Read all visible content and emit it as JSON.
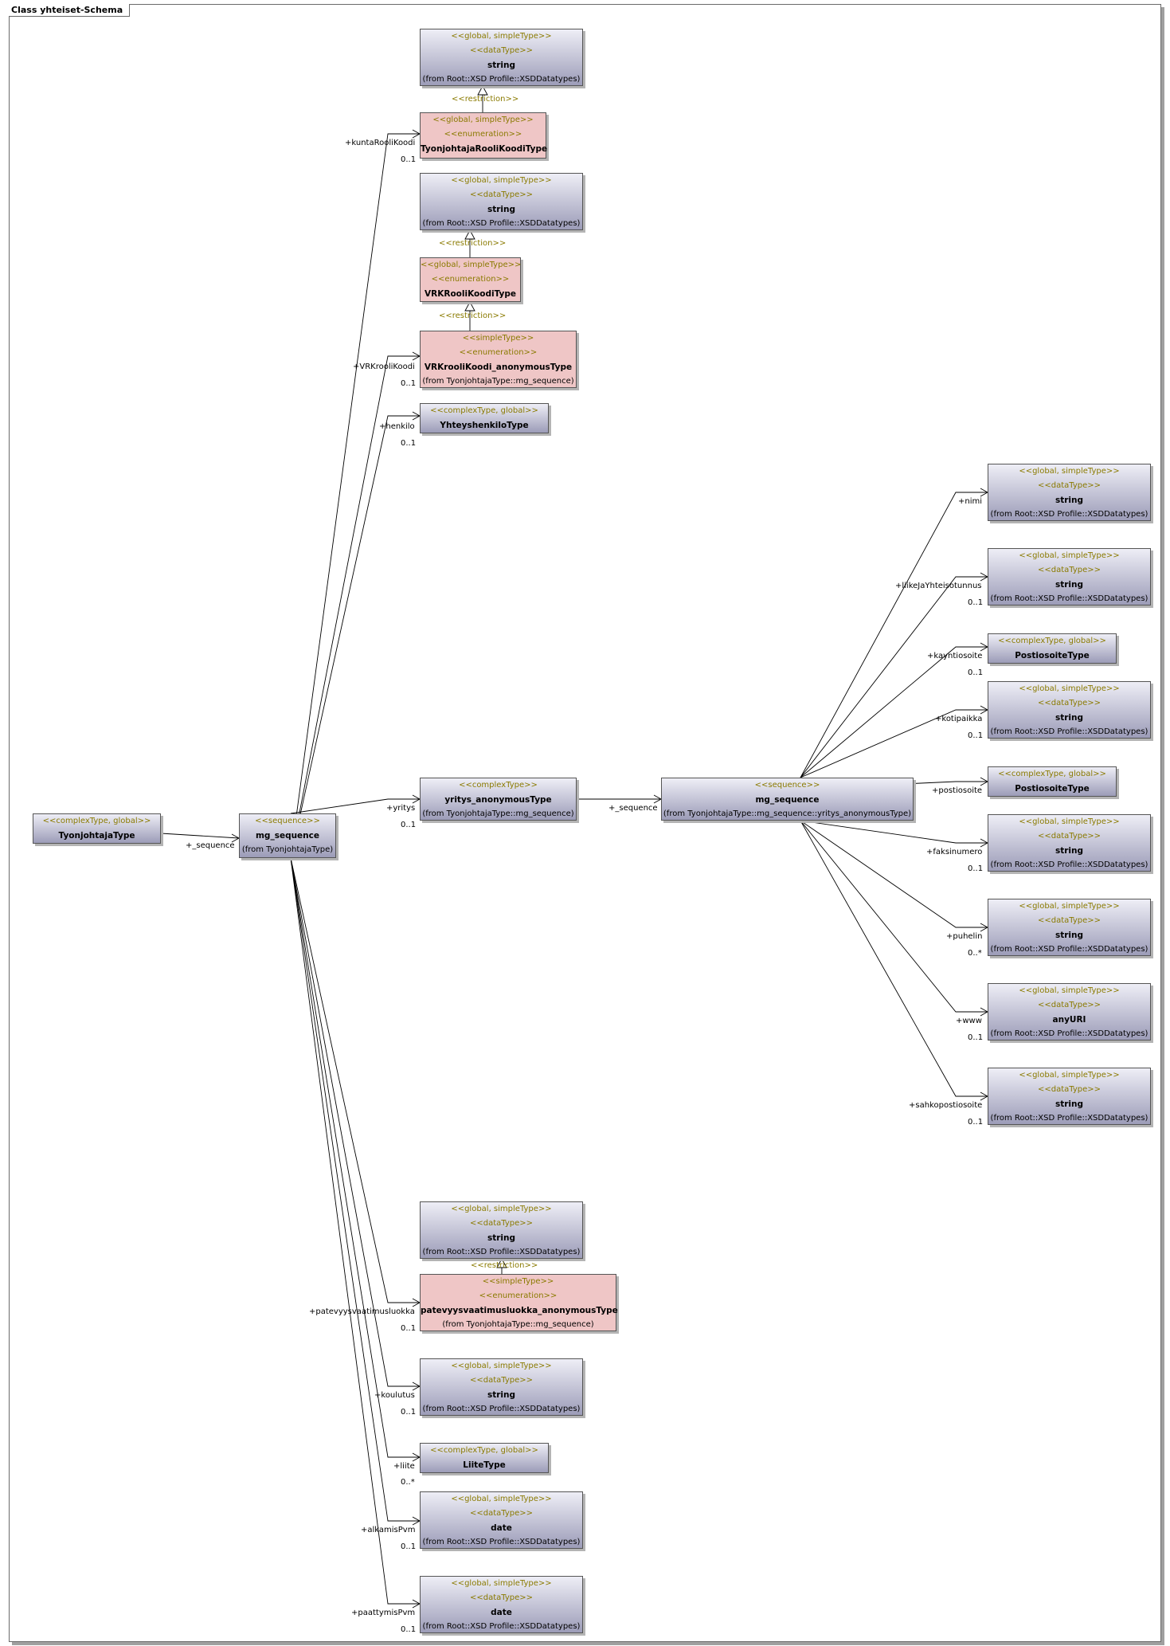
{
  "diagram": {
    "title": "Class yhteiset-Schema"
  },
  "nodes": {
    "string_top1": {
      "stereotypes": [
        "<<global, simpleType>>",
        "<<dataType>>"
      ],
      "name": "string",
      "from": "(from Root::XSD Profile::XSDDatatypes)"
    },
    "tyonjohtajaRooliKoodiType": {
      "stereotypes": [
        "<<global, simpleType>>",
        "<<enumeration>>"
      ],
      "name": "TyonjohtajaRooliKoodiType",
      "from": ""
    },
    "string_top2": {
      "stereotypes": [
        "<<global, simpleType>>",
        "<<dataType>>"
      ],
      "name": "string",
      "from": "(from Root::XSD Profile::XSDDatatypes)"
    },
    "vrkRooliKoodiType": {
      "stereotypes": [
        "<<global, simpleType>>",
        "<<enumeration>>"
      ],
      "name": "VRKRooliKoodiType",
      "from": ""
    },
    "vrkRooliKoodiAnon": {
      "stereotypes": [
        "<<simpleType>>",
        "<<enumeration>>"
      ],
      "name": "VRKrooliKoodi_anonymousType",
      "from": "(from TyonjohtajaType::mg_sequence)"
    },
    "yhteyshenkiloType": {
      "stereotypes": [
        "<<complexType, global>>"
      ],
      "name": "YhteyshenkiloType",
      "from": ""
    },
    "tyonjohtajaType": {
      "stereotypes": [
        "<<complexType, global>>"
      ],
      "name": "TyonjohtajaType",
      "from": ""
    },
    "mgSequence": {
      "stereotypes": [
        "<<sequence>>"
      ],
      "name": "mg_sequence",
      "from": "(from TyonjohtajaType)"
    },
    "yritysAnon": {
      "stereotypes": [
        "<<complexType>>"
      ],
      "name": "yritys_anonymousType",
      "from": "(from TyonjohtajaType::mg_sequence)"
    },
    "mgSequence2": {
      "stereotypes": [
        "<<sequence>>"
      ],
      "name": "mg_sequence",
      "from": "(from TyonjohtajaType::mg_sequence::yritys_anonymousType)"
    },
    "r_nimi": {
      "stereotypes": [
        "<<global, simpleType>>",
        "<<dataType>>"
      ],
      "name": "string",
      "from": "(from Root::XSD Profile::XSDDatatypes)"
    },
    "r_liike": {
      "stereotypes": [
        "<<global, simpleType>>",
        "<<dataType>>"
      ],
      "name": "string",
      "from": "(from Root::XSD Profile::XSDDatatypes)"
    },
    "r_kaynti": {
      "stereotypes": [
        "<<complexType, global>>"
      ],
      "name": "PostiosoiteType",
      "from": ""
    },
    "r_koti": {
      "stereotypes": [
        "<<global, simpleType>>",
        "<<dataType>>"
      ],
      "name": "string",
      "from": "(from Root::XSD Profile::XSDDatatypes)"
    },
    "r_posti": {
      "stereotypes": [
        "<<complexType, global>>"
      ],
      "name": "PostiosoiteType",
      "from": ""
    },
    "r_faksi": {
      "stereotypes": [
        "<<global, simpleType>>",
        "<<dataType>>"
      ],
      "name": "string",
      "from": "(from Root::XSD Profile::XSDDatatypes)"
    },
    "r_puhelin": {
      "stereotypes": [
        "<<global, simpleType>>",
        "<<dataType>>"
      ],
      "name": "string",
      "from": "(from Root::XSD Profile::XSDDatatypes)"
    },
    "r_www": {
      "stereotypes": [
        "<<global, simpleType>>",
        "<<dataType>>"
      ],
      "name": "anyURI",
      "from": "(from Root::XSD Profile::XSDDatatypes)"
    },
    "r_sahko": {
      "stereotypes": [
        "<<global, simpleType>>",
        "<<dataType>>"
      ],
      "name": "string",
      "from": "(from Root::XSD Profile::XSDDatatypes)"
    },
    "string_pat": {
      "stereotypes": [
        "<<global, simpleType>>",
        "<<dataType>>"
      ],
      "name": "string",
      "from": "(from Root::XSD Profile::XSDDatatypes)"
    },
    "patevyysAnon": {
      "stereotypes": [
        "<<simpleType>>",
        "<<enumeration>>"
      ],
      "name": "patevyysvaatimusluokka_anonymousType",
      "from": "(from TyonjohtajaType::mg_sequence)"
    },
    "koulutus": {
      "stereotypes": [
        "<<global, simpleType>>",
        "<<dataType>>"
      ],
      "name": "string",
      "from": "(from Root::XSD Profile::XSDDatatypes)"
    },
    "liiteType": {
      "stereotypes": [
        "<<complexType, global>>"
      ],
      "name": "LiiteType",
      "from": ""
    },
    "alkamisPvm": {
      "stereotypes": [
        "<<global, simpleType>>",
        "<<dataType>>"
      ],
      "name": "date",
      "from": "(from Root::XSD Profile::XSDDatatypes)"
    },
    "paattymisPvm": {
      "stereotypes": [
        "<<global, simpleType>>",
        "<<dataType>>"
      ],
      "name": "date",
      "from": "(from Root::XSD Profile::XSDDatatypes)"
    }
  },
  "roles": {
    "kuntaRooliKoodi": "+kuntaRooliKoodi",
    "vrkRooliKoodi": "+VRKrooliKoodi",
    "henkilo": "+henkilo",
    "sequence1": "+_sequence",
    "yritys": "+yritys",
    "sequence2": "+_sequence",
    "nimi": "+nimi",
    "liike": "+liikeJaYhteisotunnus",
    "kaynti": "+kayntiosoite",
    "koti": "+kotipaikka",
    "posti": "+postiosoite",
    "faksi": "+faksinumero",
    "puhelin": "+puhelin",
    "www": "+www",
    "sahko": "+sahkopostiosoite",
    "patevyys": "+patevyysvaatimusluokka",
    "koulutus": "+koulutus",
    "liite": "+liite",
    "alkamis": "+alkamisPvm",
    "paattymis": "+paattymisPvm"
  },
  "cardinalities": {
    "kuntaRooliKoodi": "0..1",
    "vrkRooliKoodi": "0..1",
    "henkilo": "0..1",
    "yritys": "0..1",
    "liike": "0..1",
    "kaynti": "0..1",
    "koti": "0..1",
    "faksi": "0..1",
    "puhelin": "0..*",
    "www": "0..1",
    "sahko": "0..1",
    "patevyys": "0..1",
    "koulutus": "0..1",
    "liite": "0..*",
    "alkamis": "0..1",
    "paattymis": "0..1"
  },
  "restriction_label": "<<restriction>>"
}
